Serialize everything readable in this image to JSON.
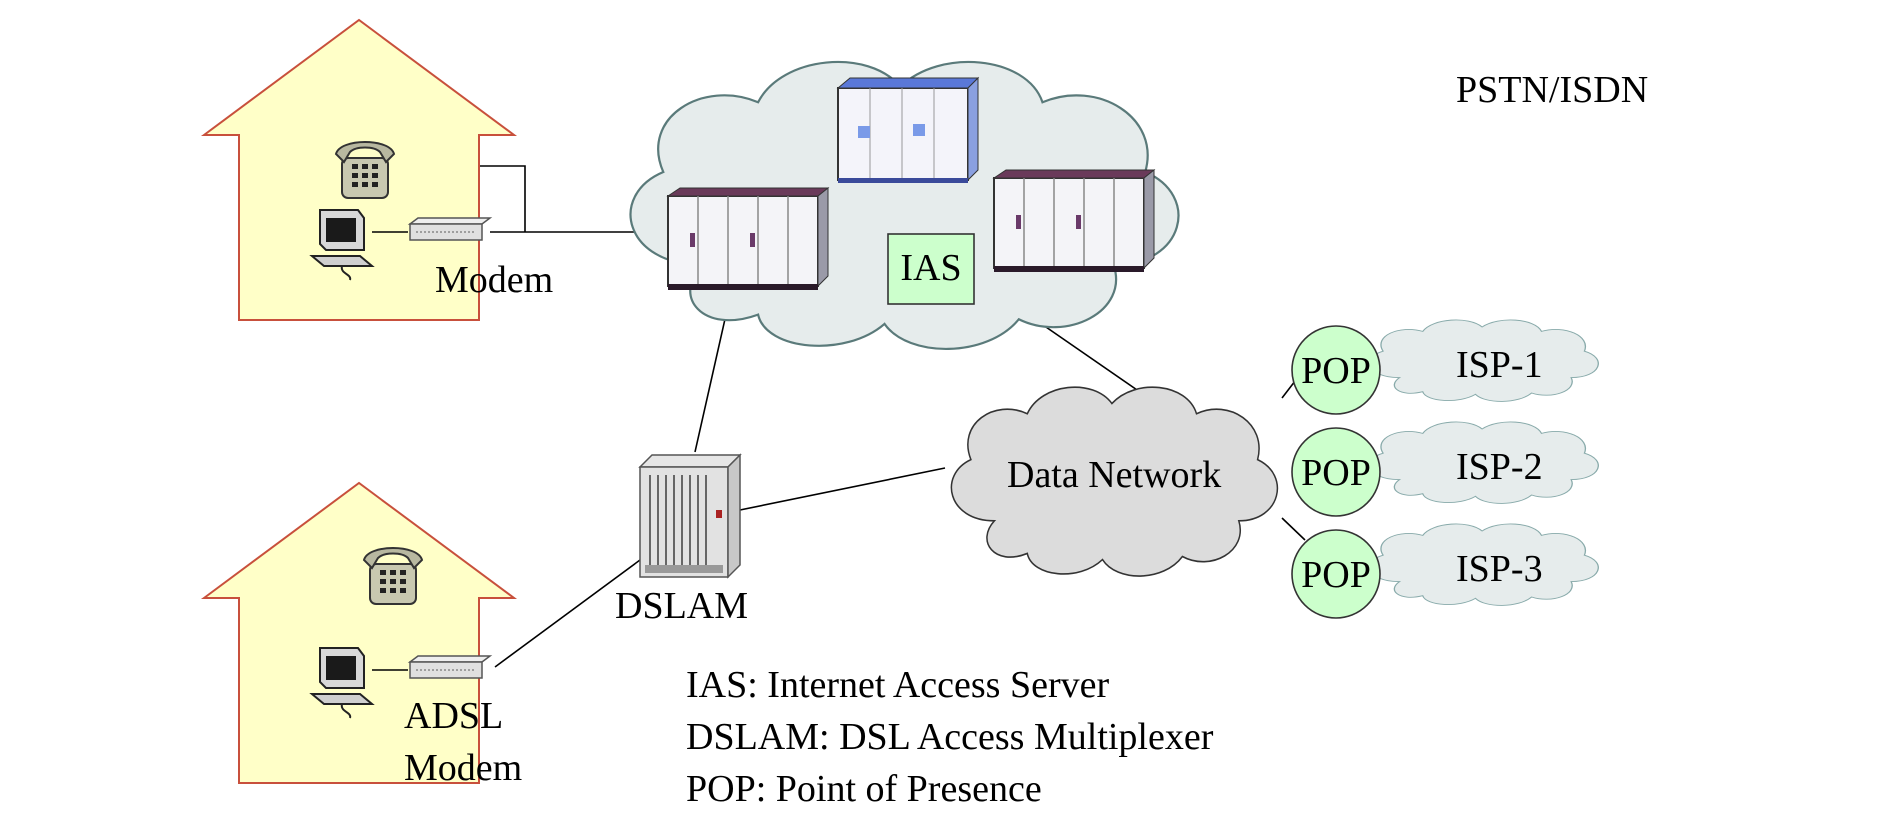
{
  "labels": {
    "pstn": "PSTN/ISDN",
    "modem": "Modem",
    "ias": "IAS",
    "dslam": "DSLAM",
    "adsl_line1": "ADSL",
    "adsl_line2": "Modem",
    "data_network": "Data Network",
    "pop": "POP",
    "isps": [
      "ISP-1",
      "ISP-2",
      "ISP-3"
    ]
  },
  "legend": [
    "IAS: Internet Access Server",
    "DSLAM: DSL Access Multiplexer",
    "POP: Point of  Presence"
  ],
  "colors": {
    "house_fill": "#ffffc8",
    "house_stroke": "#c8503c",
    "pstn_cloud": "#e6ecec",
    "data_cloud": "#dcdcdc",
    "isp_cloud": "#e6ecec",
    "pop_fill": "#ccffcc",
    "ias_fill": "#ccffcc"
  },
  "icons": [
    "telephone-icon",
    "computer-icon",
    "modem-icon",
    "switch-icon",
    "dslam-icon"
  ]
}
